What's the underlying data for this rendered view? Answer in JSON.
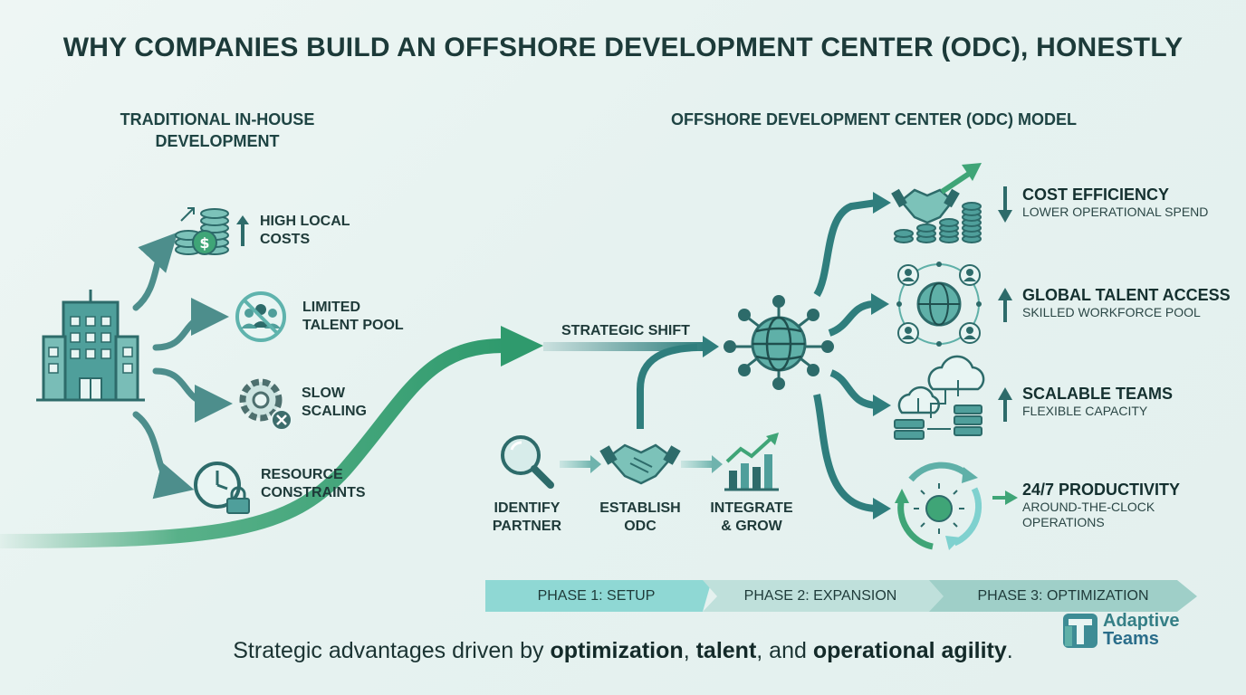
{
  "title": "WHY COMPANIES BUILD AN OFFSHORE DEVELOPMENT CENTER (ODC), HONESTLY",
  "left_section": {
    "heading": "TRADITIONAL IN-HOUSE DEVELOPMENT",
    "items": [
      {
        "label": "HIGH LOCAL COSTS",
        "icon": "coins-stack-icon"
      },
      {
        "label": "LIMITED TALENT POOL",
        "icon": "restricted-people-icon"
      },
      {
        "label": "SLOW SCALING",
        "icon": "gear-x-icon"
      },
      {
        "label": "RESOURCE CONSTRAINTS",
        "icon": "clock-lock-icon"
      }
    ]
  },
  "right_section": {
    "heading": "OFFSHORE DEVELOPMENT CENTER (ODC) MODEL",
    "benefits": [
      {
        "title": "COST EFFICIENCY",
        "subtitle": "LOWER OPERATIONAL SPEND",
        "trend": "down"
      },
      {
        "title": "GLOBAL TALENT ACCESS",
        "subtitle": "SKILLED WORKFORCE POOL",
        "trend": "up"
      },
      {
        "title": "SCALABLE TEAMS",
        "subtitle": "FLEXIBLE CAPACITY",
        "trend": "up"
      },
      {
        "title": "24/7 PRODUCTIVITY",
        "subtitle": "AROUND-THE-CLOCK OPERATIONS",
        "trend": "right"
      }
    ]
  },
  "shift_label": "STRATEGIC SHIFT",
  "steps": [
    {
      "label": "IDENTIFY PARTNER",
      "icon": "magnifier-icon"
    },
    {
      "label": "ESTABLISH ODC",
      "icon": "handshake-icon"
    },
    {
      "label": "INTEGRATE & GROW",
      "icon": "growth-chart-icon"
    }
  ],
  "phases": [
    "PHASE 1: SETUP",
    "PHASE 2: EXPANSION",
    "PHASE 3: OPTIMIZATION"
  ],
  "footer": {
    "pre": "Strategic advantages driven by ",
    "b1": "optimization",
    "mid1": ", ",
    "b2": "talent",
    "mid2": ", and ",
    "b3": "operational agility",
    "post": "."
  },
  "logo": {
    "line1": "Adaptive",
    "line2": "Teams"
  },
  "colors": {
    "teal": "#2f7e7d",
    "green": "#3fa577",
    "dark": "#1c3a39",
    "light_teal": "#7fd1cf"
  }
}
